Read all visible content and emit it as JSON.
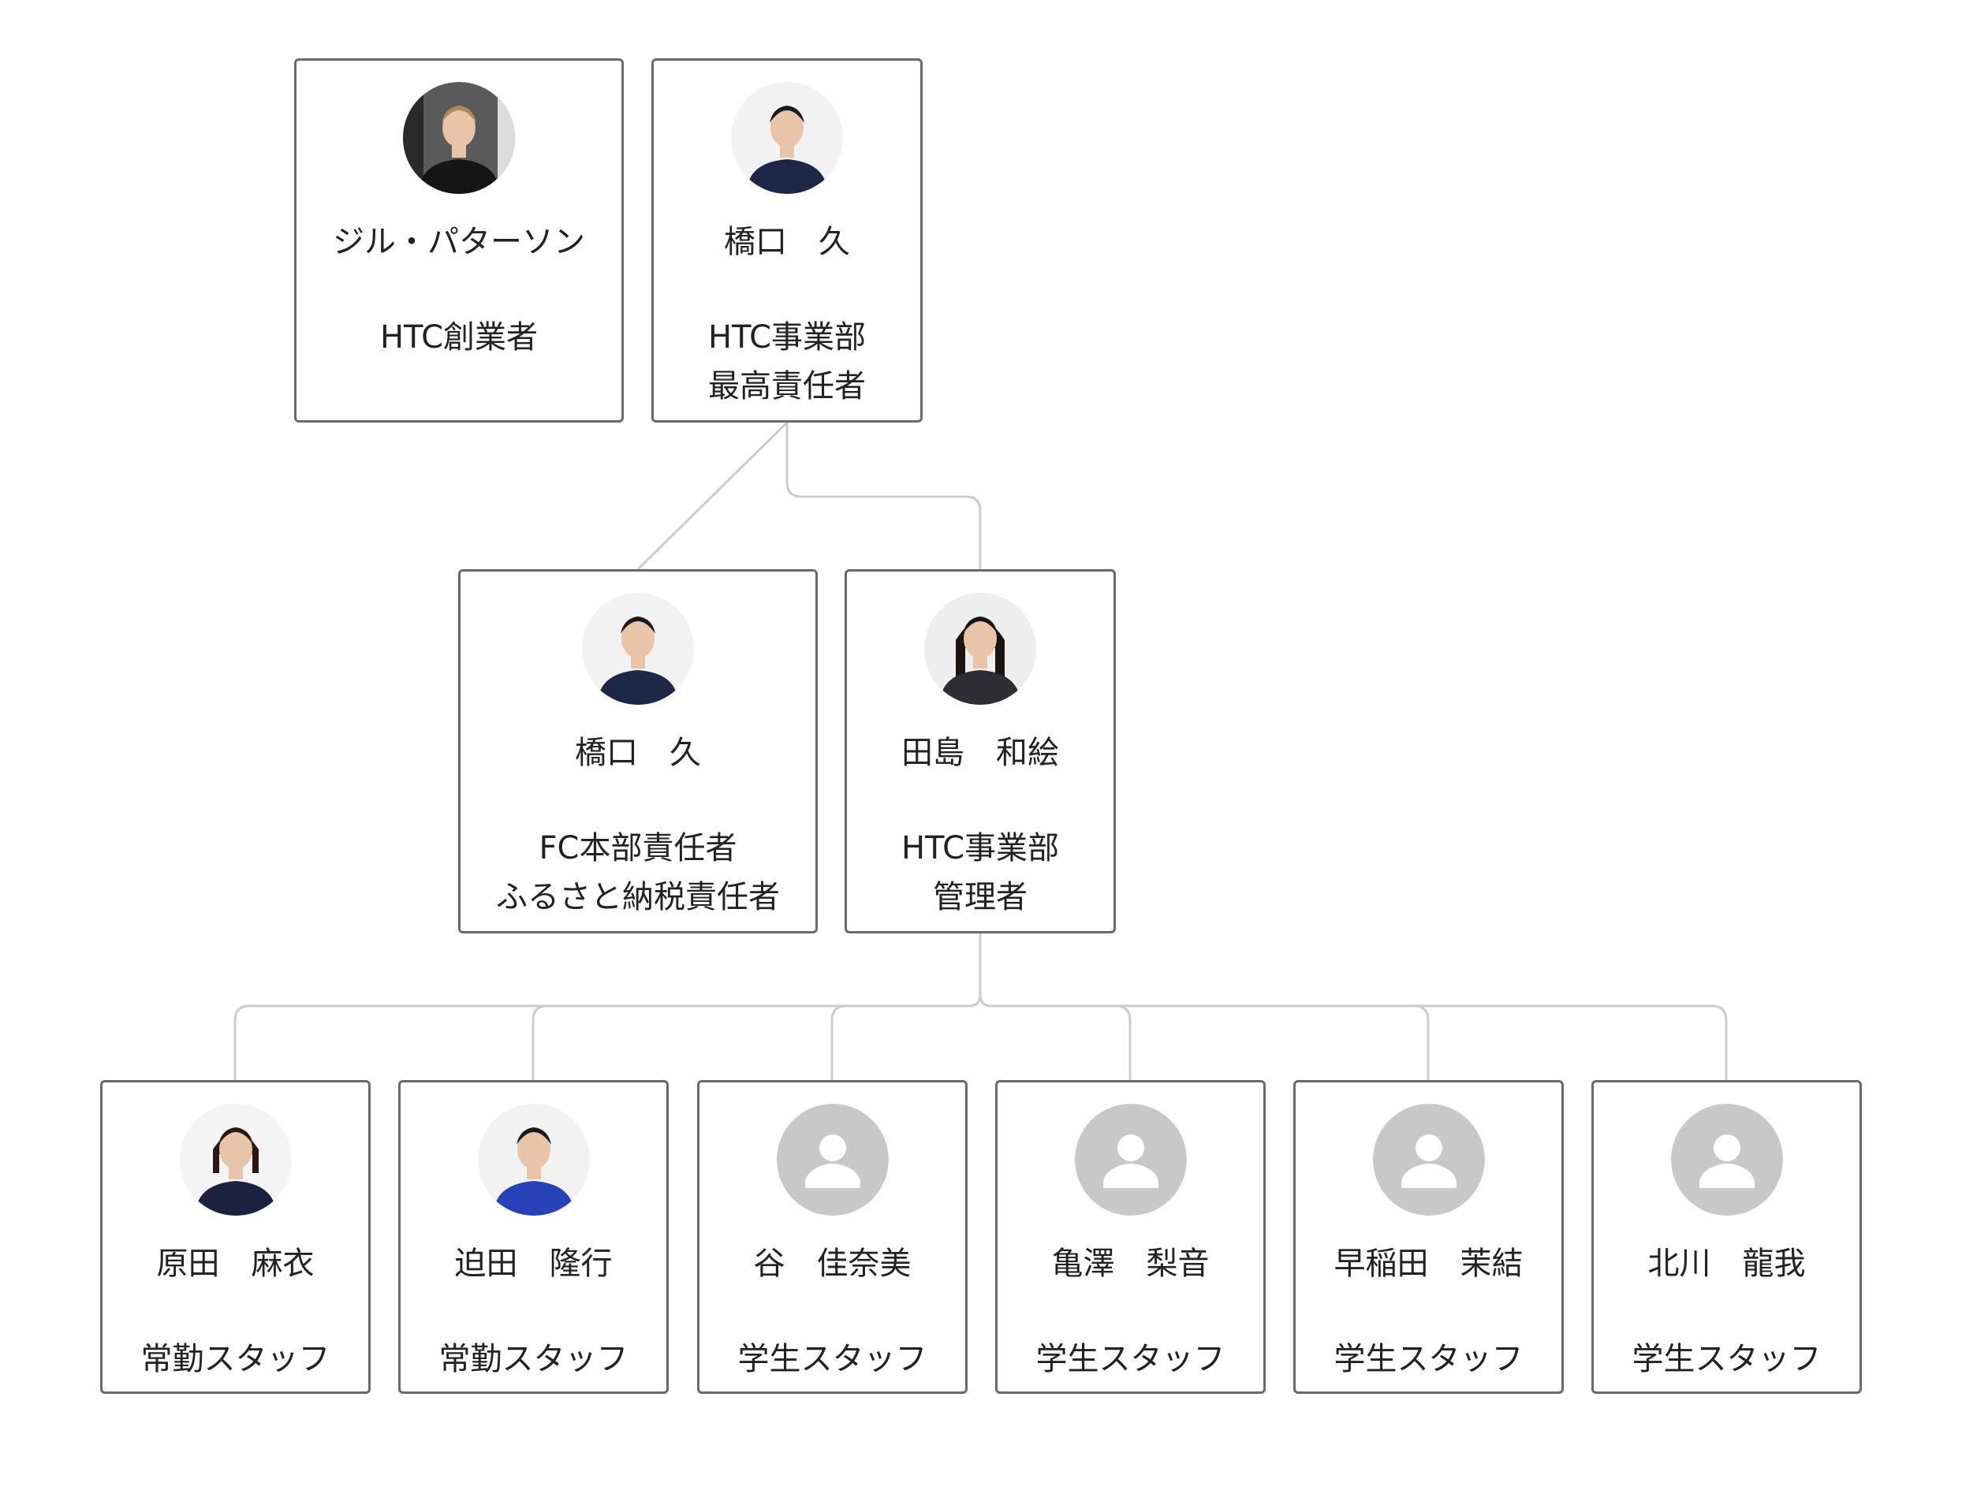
{
  "colors": {
    "card_border": "#6a6a6a",
    "connector": "#cccccc",
    "placeholder_avatar": "#c8c8c8"
  },
  "people": [
    {
      "id": "patterson",
      "name": "ジル・パターソン",
      "role_lines": [
        "HTC創業者"
      ],
      "avatar": "photo-woman-blonde"
    },
    {
      "id": "hashiguchi-top",
      "name": "橋口　久",
      "role_lines": [
        "HTC事業部",
        "最高責任者"
      ],
      "avatar": "photo-man-suit"
    },
    {
      "id": "hashiguchi-fc",
      "name": "橋口　久",
      "role_lines": [
        "FC本部責任者",
        "ふるさと納税責任者"
      ],
      "avatar": "photo-man-suit"
    },
    {
      "id": "tajima",
      "name": "田島　和絵",
      "role_lines": [
        "HTC事業部",
        "管理者"
      ],
      "avatar": "photo-woman-dark"
    },
    {
      "id": "harada",
      "name": "原田　麻衣",
      "role_lines": [
        "常勤スタッフ"
      ],
      "avatar": "photo-woman-glasses"
    },
    {
      "id": "sakoda",
      "name": "迫田　隆行",
      "role_lines": [
        "常勤スタッフ"
      ],
      "avatar": "photo-man-blue"
    },
    {
      "id": "tani",
      "name": "谷　佳奈美",
      "role_lines": [
        "学生スタッフ"
      ],
      "avatar": "person-placeholder-icon"
    },
    {
      "id": "kamezawa",
      "name": "亀澤　梨音",
      "role_lines": [
        "学生スタッフ"
      ],
      "avatar": "person-placeholder-icon"
    },
    {
      "id": "waseda",
      "name": "早稲田　茉結",
      "role_lines": [
        "学生スタッフ"
      ],
      "avatar": "person-placeholder-icon"
    },
    {
      "id": "kitagawa",
      "name": "北川　龍我",
      "role_lines": [
        "学生スタッフ"
      ],
      "avatar": "person-placeholder-icon"
    }
  ]
}
